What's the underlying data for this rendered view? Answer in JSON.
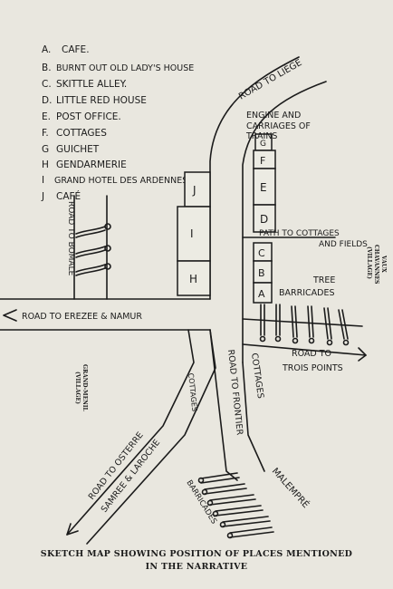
{
  "legend": [
    {
      "key": "A.",
      "text": "CAFE."
    },
    {
      "key": "B.",
      "text": "BURNT OUT OLD LADY'S HOUSE"
    },
    {
      "key": "C.",
      "text": "SKITTLE ALLEY."
    },
    {
      "key": "D.",
      "text": "LITTLE RED HOUSE"
    },
    {
      "key": "E.",
      "text": "POST OFFICE."
    },
    {
      "key": "F.",
      "text": "COTTAGES"
    },
    {
      "key": "G",
      "text": "GUICHET"
    },
    {
      "key": "H",
      "text": "GENDARMERIE"
    },
    {
      "key": "I",
      "text": "GRAND HOTEL DES ARDENNES"
    },
    {
      "key": "J",
      "text": "CAFÉ"
    }
  ],
  "buildings": {
    "J": "J",
    "I": "I",
    "H": "H",
    "G": "G",
    "F": "F",
    "E": "E",
    "D": "D",
    "C": "C",
    "B": "B",
    "A": "A"
  },
  "labels": {
    "road_liege": "ROAD TO LIÈGE",
    "engine_1": "ENGINE AND",
    "engine_2": "CARRIAGES OF",
    "engine_3": "TRAINS",
    "path_1": "PATH TO COTTAGES",
    "path_2": "AND FIELDS",
    "tree_barricades_1": "TREE",
    "tree_barricades_2": "BARRICADES",
    "vaux_1": "VAUX",
    "vaux_2": "CHAVANNES",
    "vaux_3": "(VILLAGE)",
    "road_trois_1": "ROAD TO",
    "road_trois_2": "TROIS POINTS",
    "road_bomale": "ROAD TO BOMALE",
    "road_erezee": "ROAD TO EREZEE & NAMUR",
    "grand_1": "GRAND-MENIL",
    "grand_2": "(VILLAGE)",
    "road_osterre_1": "ROAD TO OSTERRE",
    "road_osterre_2": "SAMREE & LAROCHE",
    "cottages_left": "COTTAGES",
    "road_frontier": "ROAD TO FRONTIER",
    "cottages_right": "COTTAGES",
    "barricades": "BARRICADES",
    "male_mpre": "MALEMPRÉ"
  },
  "caption": {
    "line1": "SKETCH MAP SHOWING POSITION OF PLACES MENTIONED",
    "line2": "IN THE NARRATIVE"
  }
}
